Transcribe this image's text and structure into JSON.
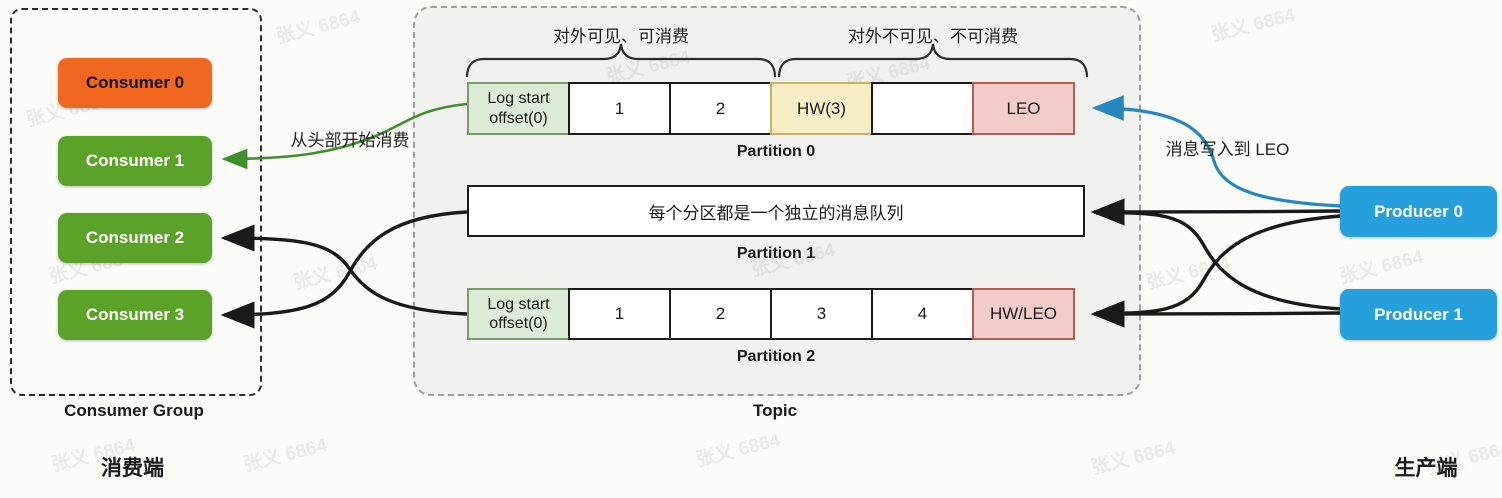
{
  "watermark": {
    "text": "张义 6864"
  },
  "left": {
    "group_label": "Consumer Group",
    "side_label": "消费端",
    "consumers": [
      {
        "label": "Consumer 0"
      },
      {
        "label": "Consumer 1"
      },
      {
        "label": "Consumer 2"
      },
      {
        "label": "Consumer 3"
      }
    ]
  },
  "topic": {
    "label": "Topic",
    "brace_visible": "对外可见、可消费",
    "brace_invisible": "对外不可见、不可消费",
    "partitions": [
      {
        "label": "Partition 0",
        "cells": [
          {
            "text": "Log start offset(0)",
            "type": "logstart"
          },
          {
            "text": "1",
            "type": "msg"
          },
          {
            "text": "2",
            "type": "msg"
          },
          {
            "text": "HW(3)",
            "type": "hw"
          },
          {
            "text": "",
            "type": "msg"
          },
          {
            "text": "LEO",
            "type": "leo"
          }
        ]
      },
      {
        "label": "Partition 1",
        "note": "每个分区都是一个独立的消息队列"
      },
      {
        "label": "Partition 2",
        "cells": [
          {
            "text": "Log start offset(0)",
            "type": "logstart"
          },
          {
            "text": "1",
            "type": "msg"
          },
          {
            "text": "2",
            "type": "msg"
          },
          {
            "text": "3",
            "type": "msg"
          },
          {
            "text": "4",
            "type": "msg"
          },
          {
            "text": "HW/LEO",
            "type": "leo"
          }
        ]
      }
    ]
  },
  "right": {
    "side_label": "生产端",
    "producers": [
      {
        "label": "Producer 0"
      },
      {
        "label": "Producer 1"
      }
    ]
  },
  "arrow_labels": {
    "consume_from_start": "从头部开始消费",
    "write_to_leo": "消息写入到 LEO"
  },
  "colors": {
    "consumer0_fill": "#f0671f",
    "consumer_fill": "#5aa228",
    "producer_fill": "#26a0dd",
    "logstart_fill": "#dcebd5",
    "hw_fill": "#f8eec5",
    "leo_fill": "#f3cbc8",
    "green_arrow": "#3f8f2e",
    "blue_arrow": "#2586c4",
    "black_arrow": "#1a1a1a"
  }
}
